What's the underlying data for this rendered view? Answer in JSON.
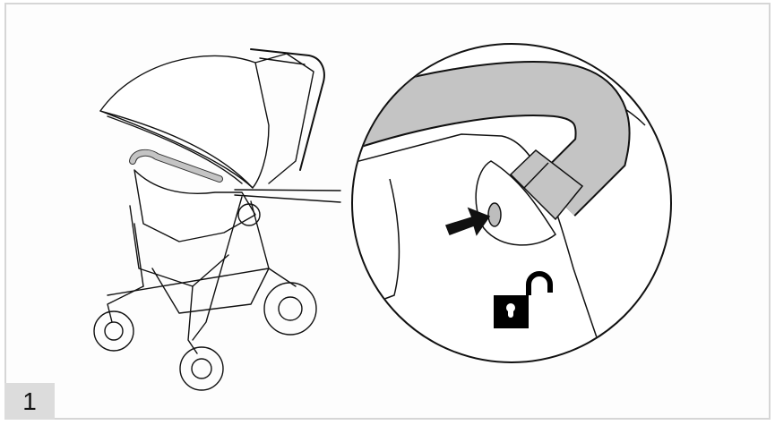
{
  "figure": {
    "step_number": "1",
    "illustration": "stroller-with-bumper-bar",
    "detail_callout": "bumper-bar-release-button",
    "icons": [
      "unlocked-padlock-icon",
      "push-arrow-icon"
    ],
    "colors": {
      "frame_border": "#d6d6d6",
      "badge_bg": "#dcdcdc",
      "bumper_bar": "#c4c4c4",
      "line": "#111111"
    }
  }
}
